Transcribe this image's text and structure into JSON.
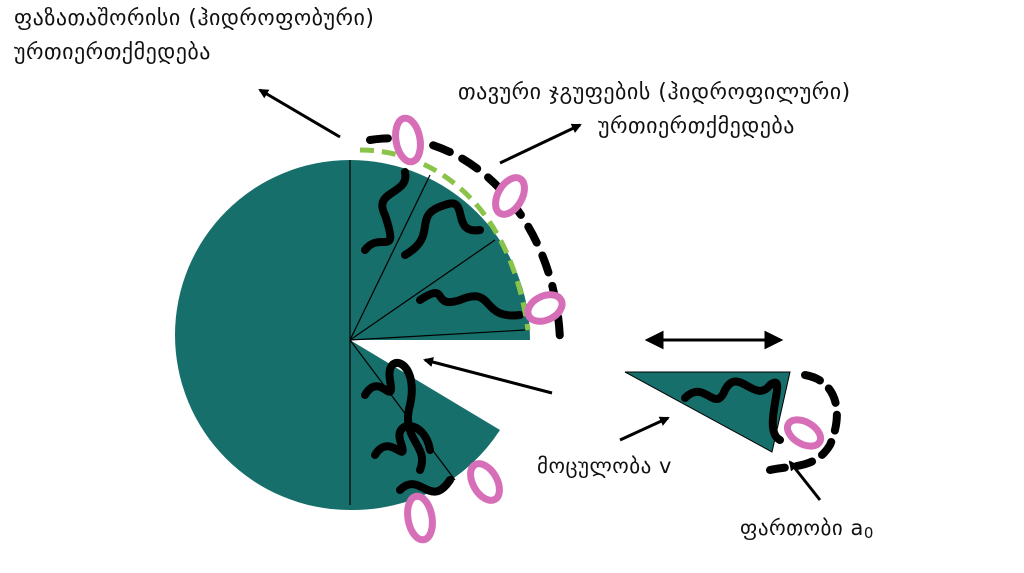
{
  "labels": {
    "interphase_line1": "ფაზათაშორისი (ჰიდროფობური)",
    "interphase_line2": "ურთიერთქმედება",
    "headgroup_line1": "თავური ჯგუფების (ჰიდროფილური)",
    "headgroup_line2": "ურთიერთქმედება",
    "volume": "მოცულობა v",
    "area": "ფართობი a",
    "area_subscript": "0"
  },
  "colors": {
    "micelle_fill": "#166f6a",
    "tail_stroke": "#000000",
    "head_stroke": "#d76fb8",
    "interface_dash": "#8bc34a",
    "arrow": "#000000"
  }
}
